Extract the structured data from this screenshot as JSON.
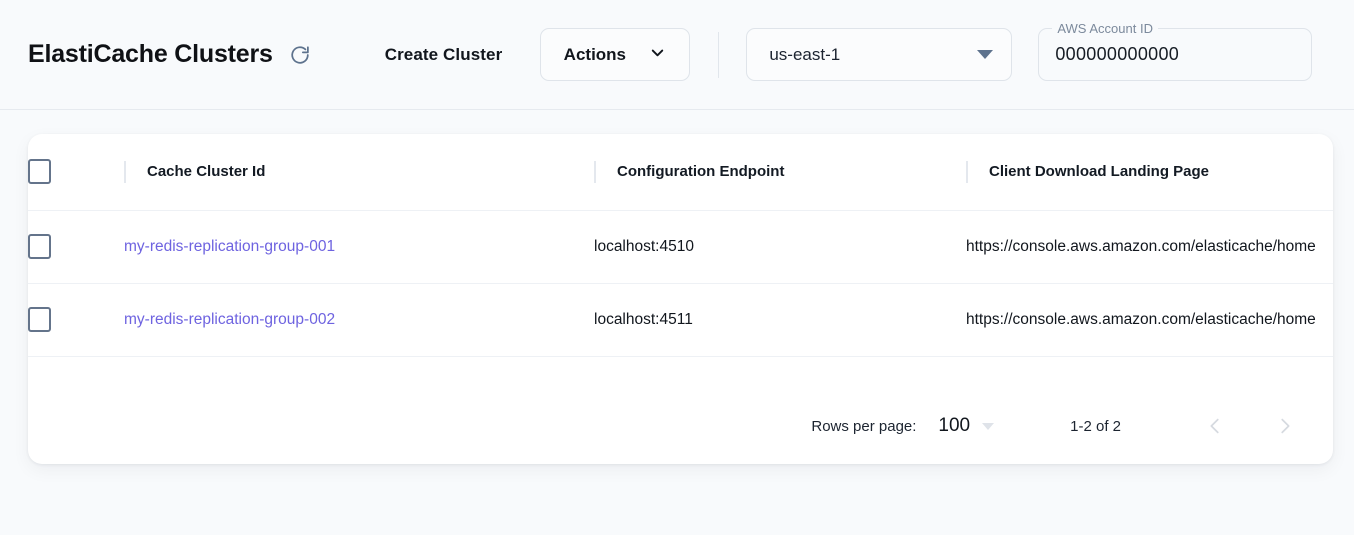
{
  "header": {
    "title": "ElastiCache Clusters",
    "refresh_icon": "refresh-icon",
    "create_cluster_label": "Create Cluster",
    "actions_label": "Actions",
    "actions_caret_icon": "chevron-down-icon",
    "region": {
      "value": "us-east-1",
      "caret_icon": "caret-down-icon"
    },
    "account": {
      "label": "AWS Account ID",
      "value": "000000000000"
    }
  },
  "table": {
    "select_all_checkbox": "unchecked",
    "columns": [
      "Cache Cluster Id",
      "Configuration Endpoint",
      "Client Download Landing Page"
    ],
    "rows": [
      {
        "checkbox": "unchecked",
        "cluster_id": "my-redis-replication-group-001",
        "configuration_endpoint": "localhost:4510",
        "landing_page": "https://console.aws.amazon.com/elasticache/home"
      },
      {
        "checkbox": "unchecked",
        "cluster_id": "my-redis-replication-group-002",
        "configuration_endpoint": "localhost:4511",
        "landing_page": "https://console.aws.amazon.com/elasticache/home"
      }
    ]
  },
  "pagination": {
    "rows_per_page_label": "Rows per page:",
    "rows_per_page_value": "100",
    "range_label": "1-2 of 2",
    "prev_icon": "chevron-left-icon",
    "next_icon": "chevron-right-icon"
  },
  "colors": {
    "page_background": "#f8fafc",
    "card_background": "#ffffff",
    "link": "#6e63e0",
    "checkbox_border": "#64748b",
    "muted_text": "#7c8a9c",
    "divider": "#e6eaef"
  }
}
